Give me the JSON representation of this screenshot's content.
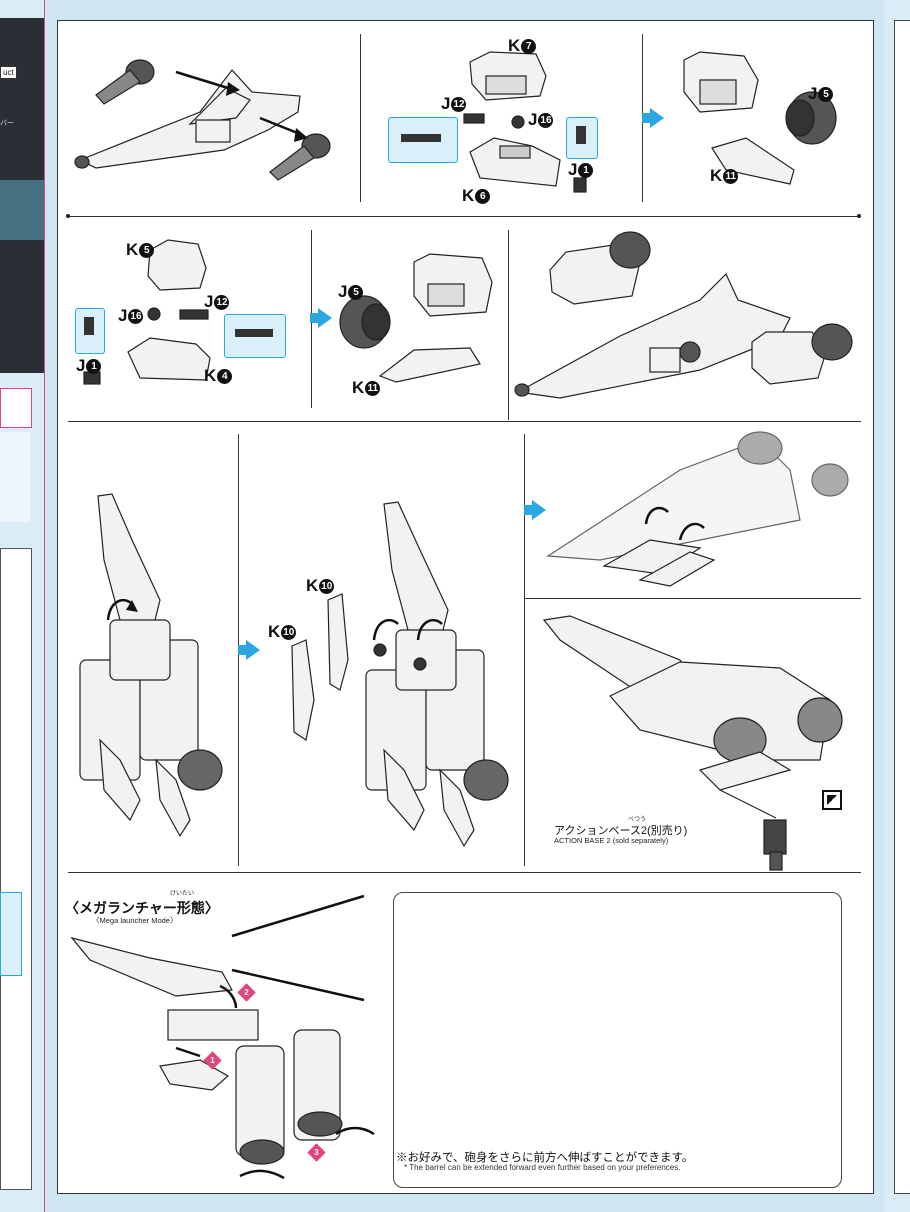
{
  "left_column": {
    "tag_text": "uct",
    "dash_text": "バー"
  },
  "parts": {
    "k7": "K",
    "k7n": "7",
    "j12a": "J",
    "j12an": "12",
    "j16a": "J",
    "j16an": "16",
    "j1a": "J",
    "j1an": "1",
    "k6": "K",
    "k6n": "6",
    "j5a": "J",
    "j5an": "5",
    "k11a": "K",
    "k11an": "11",
    "k5": "K",
    "k5n": "5",
    "j16b": "J",
    "j16bn": "16",
    "j12b": "J",
    "j12bn": "12",
    "j1b": "J",
    "j1bn": "1",
    "k4": "K",
    "k4n": "4",
    "j5b": "J",
    "j5bn": "5",
    "k11b": "K",
    "k11bn": "11",
    "k10a": "K",
    "k10an": "10",
    "k10b": "K",
    "k10bn": "10"
  },
  "action_base": {
    "jp": "アクションベース2(別売り)",
    "ruby": "べつう",
    "en": "ACTION BASE 2 (sold separately)"
  },
  "mode": {
    "title": "〈メガランチャー形態〉",
    "ruby": "けいたい",
    "subtitle": "〈Mega launcher Mode〉"
  },
  "steps": [
    "1",
    "2",
    "3"
  ],
  "note": {
    "jp": "※お好みで、砲身をさらに前方へ伸ばすことができます。",
    "en": "* The barrel can be extended forward even further based on your preferences."
  },
  "colors": {
    "accent": "#2aa6e0",
    "pink": "#e0457f",
    "background": "#cfe6f5"
  }
}
